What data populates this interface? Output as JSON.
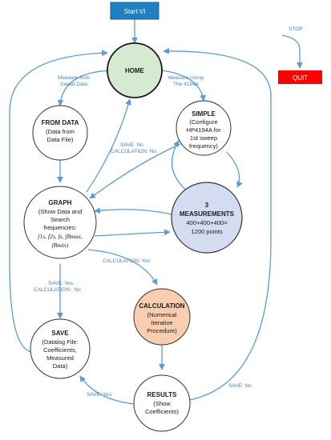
{
  "start_button": "Start VI",
  "quit_button": "QUIT",
  "stop_label": "STOP",
  "nodes": {
    "home": {
      "title": "HOME"
    },
    "from_data": {
      "title": "FROM DATA",
      "line1": "(Data from",
      "line2": "Data File)"
    },
    "simple": {
      "title": "SIMPLE",
      "line1": "(Configure",
      "line2": "HP4194A for",
      "line3": "1st sweep",
      "line4": "frequency)"
    },
    "graph": {
      "title": "GRAPH",
      "line1": "(Show Data and",
      "line2": "Search",
      "line3": "frequencies:",
      "line4": "f1s, f2s, fs, fBmax,",
      "line5": "fBmin)"
    },
    "measurements": {
      "title1": "3",
      "title2": "MEASUREMENTS",
      "line1": "400+400+400=",
      "line2": "1200 points"
    },
    "calculation": {
      "title": "CALCULATION",
      "line1": "(Numerical",
      "line2": "Iterative",
      "line3": "Procedure)"
    },
    "save": {
      "title": "SAVE",
      "line1": "(Datalog File:",
      "line2": "Coefficients,",
      "line3": "Measured",
      "line4": "Data)"
    },
    "results": {
      "title": "RESULTS",
      "line1": "(Show",
      "line2": "Coefficients)"
    }
  },
  "edges": {
    "measure_saved_1": "Measure from",
    "measure_saved_2": "Saved Data",
    "measure_using_1": "Measure Using",
    "measure_using_2": "The 4194A",
    "save_no": "SAVE: No",
    "calc_no": "CALCULATION: No",
    "calc_yes": "CALCULATION: Yes",
    "save_yes_calc_no_1": "SAVE: Yes",
    "save_yes_calc_no_2": "CALCULATION : No",
    "save_yes": "SAVE: Yes",
    "results_save_no": "SAVE: No"
  },
  "colors": {
    "start_button": "#1f7fc1",
    "quit_button": "#ff0000",
    "home_fill": "#d6ead2",
    "measurements_fill": "#d3dcf0",
    "calculation_fill": "#f8cdb0",
    "edge": "#5b9bd5"
  }
}
